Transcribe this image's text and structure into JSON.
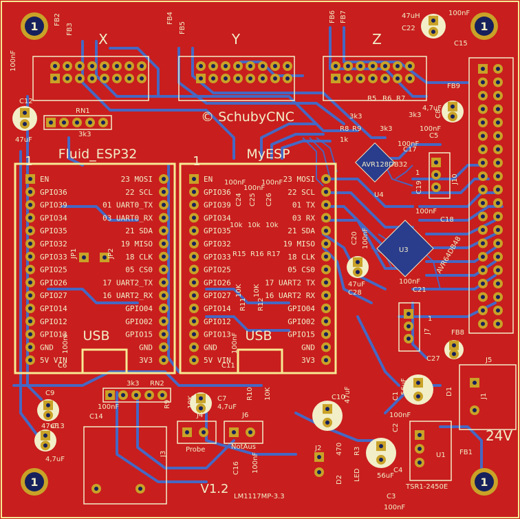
{
  "board": {
    "title": "© SchubyCNC",
    "version": "V1.2",
    "colors": {
      "copper": "#c81e1e",
      "trace": "#3b6fd1",
      "pad": "#c9a227",
      "silk": "#f2eec8",
      "outline": "#f7ea93",
      "mask": "#e36a1a"
    }
  },
  "axes": {
    "x_label": "X",
    "y_label": "Y",
    "z_label": "Z"
  },
  "fluid": {
    "title": "Fluid_ESP32",
    "pin1": "1",
    "usb": "USB",
    "left_pins": [
      "EN",
      "GPIO36",
      "GPIO39",
      "GPIO34",
      "GPIO35",
      "GPIO32",
      "GPIO33",
      "GPIO25",
      "GPIO26",
      "GPIO27",
      "GPIO14",
      "GPIO12",
      "GPIO13",
      "GND",
      "5V VIN"
    ],
    "right_pins": [
      "23 MOSI",
      "22 SCL",
      "01 UART0_TX",
      "03 UART0_RX",
      "21 SDA",
      "19 MISO",
      "18 CLK",
      "05 CS0",
      "17 UART2_TX",
      "16 UART2_RX",
      "GPIO04",
      "GPIO02",
      "GPIO15",
      "GND",
      "3V3"
    ]
  },
  "myesp": {
    "title": "MyESP",
    "pin1": "1",
    "usb": "USB",
    "left_pins": [
      "EN",
      "GPIO36",
      "GPIO39",
      "GPIO34",
      "GPIO35",
      "GPIO32",
      "GPIO33",
      "GPIO25",
      "GPIO26",
      "GPIO27",
      "GPIO14",
      "GPIO12",
      "GPIO13",
      "GND",
      "5V VIN"
    ],
    "right_pins": [
      "23 MOSI",
      "22 SCL",
      "01 TX",
      "03 RX",
      "21 SDA",
      "19 MISO",
      "18 CLK",
      "05 CS0",
      "17 UART2 TX",
      "16 UART2 RX",
      "GPIO04",
      "GPIO02",
      "GPIO15",
      "GND",
      "3V3"
    ]
  },
  "labels": [
    {
      "id": "fb2",
      "text": "FB2"
    },
    {
      "id": "fb3",
      "text": "FB3"
    },
    {
      "id": "fb4",
      "text": "FB4"
    },
    {
      "id": "fb5",
      "text": "FB5"
    },
    {
      "id": "fb6",
      "text": "FB6"
    },
    {
      "id": "fb7",
      "text": "FB7"
    },
    {
      "id": "fb9",
      "text": "FB9"
    },
    {
      "id": "fb8",
      "text": "FB8"
    },
    {
      "id": "fb1",
      "text": "FB1"
    },
    {
      "id": "c22",
      "text": "C22"
    },
    {
      "id": "c22v",
      "text": "47uH"
    },
    {
      "id": "c15v",
      "text": "100nF"
    },
    {
      "id": "c15",
      "text": "C15"
    },
    {
      "id": "c12",
      "text": "C12"
    },
    {
      "id": "c12v",
      "text": "47uF"
    },
    {
      "id": "c100l",
      "text": "100nF"
    },
    {
      "id": "rn1",
      "text": "RN1"
    },
    {
      "id": "rn1v",
      "text": "3k3"
    },
    {
      "id": "r5",
      "text": "R5"
    },
    {
      "id": "r6",
      "text": "R6"
    },
    {
      "id": "r7",
      "text": "R7"
    },
    {
      "id": "r3k3a",
      "text": "3k3"
    },
    {
      "id": "r3k3b",
      "text": "3k3"
    },
    {
      "id": "r3k3c",
      "text": "3k3"
    },
    {
      "id": "r8",
      "text": "R8"
    },
    {
      "id": "r9",
      "text": "R9"
    },
    {
      "id": "r1k",
      "text": "1k"
    },
    {
      "id": "c8v",
      "text": "4,7uF"
    },
    {
      "id": "c8",
      "text": "C8"
    },
    {
      "id": "c5v",
      "text": "100nF"
    },
    {
      "id": "c5",
      "text": "C5"
    },
    {
      "id": "c17v",
      "text": "100nF"
    },
    {
      "id": "c17",
      "text": "C17"
    },
    {
      "id": "u4chip",
      "text": "AVR128DB32"
    },
    {
      "id": "u4",
      "text": "U4"
    },
    {
      "id": "c19",
      "text": "C19"
    },
    {
      "id": "j10",
      "text": "J10"
    },
    {
      "id": "j10p",
      "text": "1"
    },
    {
      "id": "c18v",
      "text": "100nF"
    },
    {
      "id": "c18",
      "text": "C18"
    },
    {
      "id": "c20",
      "text": "C20"
    },
    {
      "id": "c20v",
      "text": "100nF"
    },
    {
      "id": "u3",
      "text": "U3"
    },
    {
      "id": "u3chip",
      "text": "AVR64DB48"
    },
    {
      "id": "c28v",
      "text": "47uF"
    },
    {
      "id": "c28",
      "text": "C28"
    },
    {
      "id": "c21v",
      "text": "100nF"
    },
    {
      "id": "c21",
      "text": "C21"
    },
    {
      "id": "j7",
      "text": "J7"
    },
    {
      "id": "j7p",
      "text": "1"
    },
    {
      "id": "c27",
      "text": "C27"
    },
    {
      "id": "c24",
      "text": "C24"
    },
    {
      "id": "c25",
      "text": "C25"
    },
    {
      "id": "c26",
      "text": "C26"
    },
    {
      "id": "c24v",
      "text": "100nF"
    },
    {
      "id": "c25v",
      "text": "100nF"
    },
    {
      "id": "c26v",
      "text": "100nF"
    },
    {
      "id": "r15",
      "text": "R15"
    },
    {
      "id": "r16",
      "text": "R16"
    },
    {
      "id": "r17",
      "text": "R17"
    },
    {
      "id": "r10k1",
      "text": "10k"
    },
    {
      "id": "r10k2",
      "text": "10k"
    },
    {
      "id": "r10k3",
      "text": "10k"
    },
    {
      "id": "r11",
      "text": "R11"
    },
    {
      "id": "r12",
      "text": "R12"
    },
    {
      "id": "r10k4",
      "text": "10K"
    },
    {
      "id": "r10k5",
      "text": "10K"
    },
    {
      "id": "jp1",
      "text": "JP1"
    },
    {
      "id": "jp2",
      "text": "JP2"
    },
    {
      "id": "c6v",
      "text": "100nF"
    },
    {
      "id": "c6",
      "text": "C6"
    },
    {
      "id": "c11v",
      "text": "100nF"
    },
    {
      "id": "c11",
      "text": "C11"
    },
    {
      "id": "c9",
      "text": "C9"
    },
    {
      "id": "c9v",
      "text": "47uF"
    },
    {
      "id": "c14",
      "text": "C14"
    },
    {
      "id": "c14v",
      "text": "100nF"
    },
    {
      "id": "c13",
      "text": "C13"
    },
    {
      "id": "c13v",
      "text": "4,7uF"
    },
    {
      "id": "rn2",
      "text": "RN2"
    },
    {
      "id": "rn2v",
      "text": "3k3"
    },
    {
      "id": "r9b",
      "text": "R9"
    },
    {
      "id": "r10kb",
      "text": "10K"
    },
    {
      "id": "c7",
      "text": "C7"
    },
    {
      "id": "c7v",
      "text": "4,7uF"
    },
    {
      "id": "j4",
      "text": "J4"
    },
    {
      "id": "probe",
      "text": "Probe"
    },
    {
      "id": "r10",
      "text": "R10"
    },
    {
      "id": "r10v",
      "text": "10K"
    },
    {
      "id": "j6",
      "text": "J6"
    },
    {
      "id": "notaus",
      "text": "NotAus"
    },
    {
      "id": "c10",
      "text": "C10"
    },
    {
      "id": "c10v",
      "text": "47uF"
    },
    {
      "id": "j2",
      "text": "J2"
    },
    {
      "id": "c16",
      "text": "C16"
    },
    {
      "id": "c16v",
      "text": "100nF"
    },
    {
      "id": "lm",
      "text": "LM1117MP-3.3"
    },
    {
      "id": "r3",
      "text": "R3"
    },
    {
      "id": "r470",
      "text": "470"
    },
    {
      "id": "d2",
      "text": "D2"
    },
    {
      "id": "led",
      "text": "LED"
    },
    {
      "id": "c1",
      "text": "C1"
    },
    {
      "id": "c1v",
      "text": "56uF"
    },
    {
      "id": "c2",
      "text": "C2"
    },
    {
      "id": "c2v",
      "text": "100nF"
    },
    {
      "id": "c4",
      "text": "C4"
    },
    {
      "id": "c4v",
      "text": "56uF"
    },
    {
      "id": "c3",
      "text": "C3"
    },
    {
      "id": "c3v",
      "text": "100nF"
    },
    {
      "id": "u1",
      "text": "U1"
    },
    {
      "id": "tsr",
      "text": "TSR1-2450E"
    },
    {
      "id": "j5",
      "text": "J5"
    },
    {
      "id": "j1",
      "text": "J1"
    },
    {
      "id": "d1",
      "text": "D1"
    },
    {
      "id": "v24",
      "text": "24V"
    },
    {
      "id": "j3",
      "text": "J3"
    }
  ],
  "holes": [
    "1",
    "1",
    "1",
    "1"
  ]
}
